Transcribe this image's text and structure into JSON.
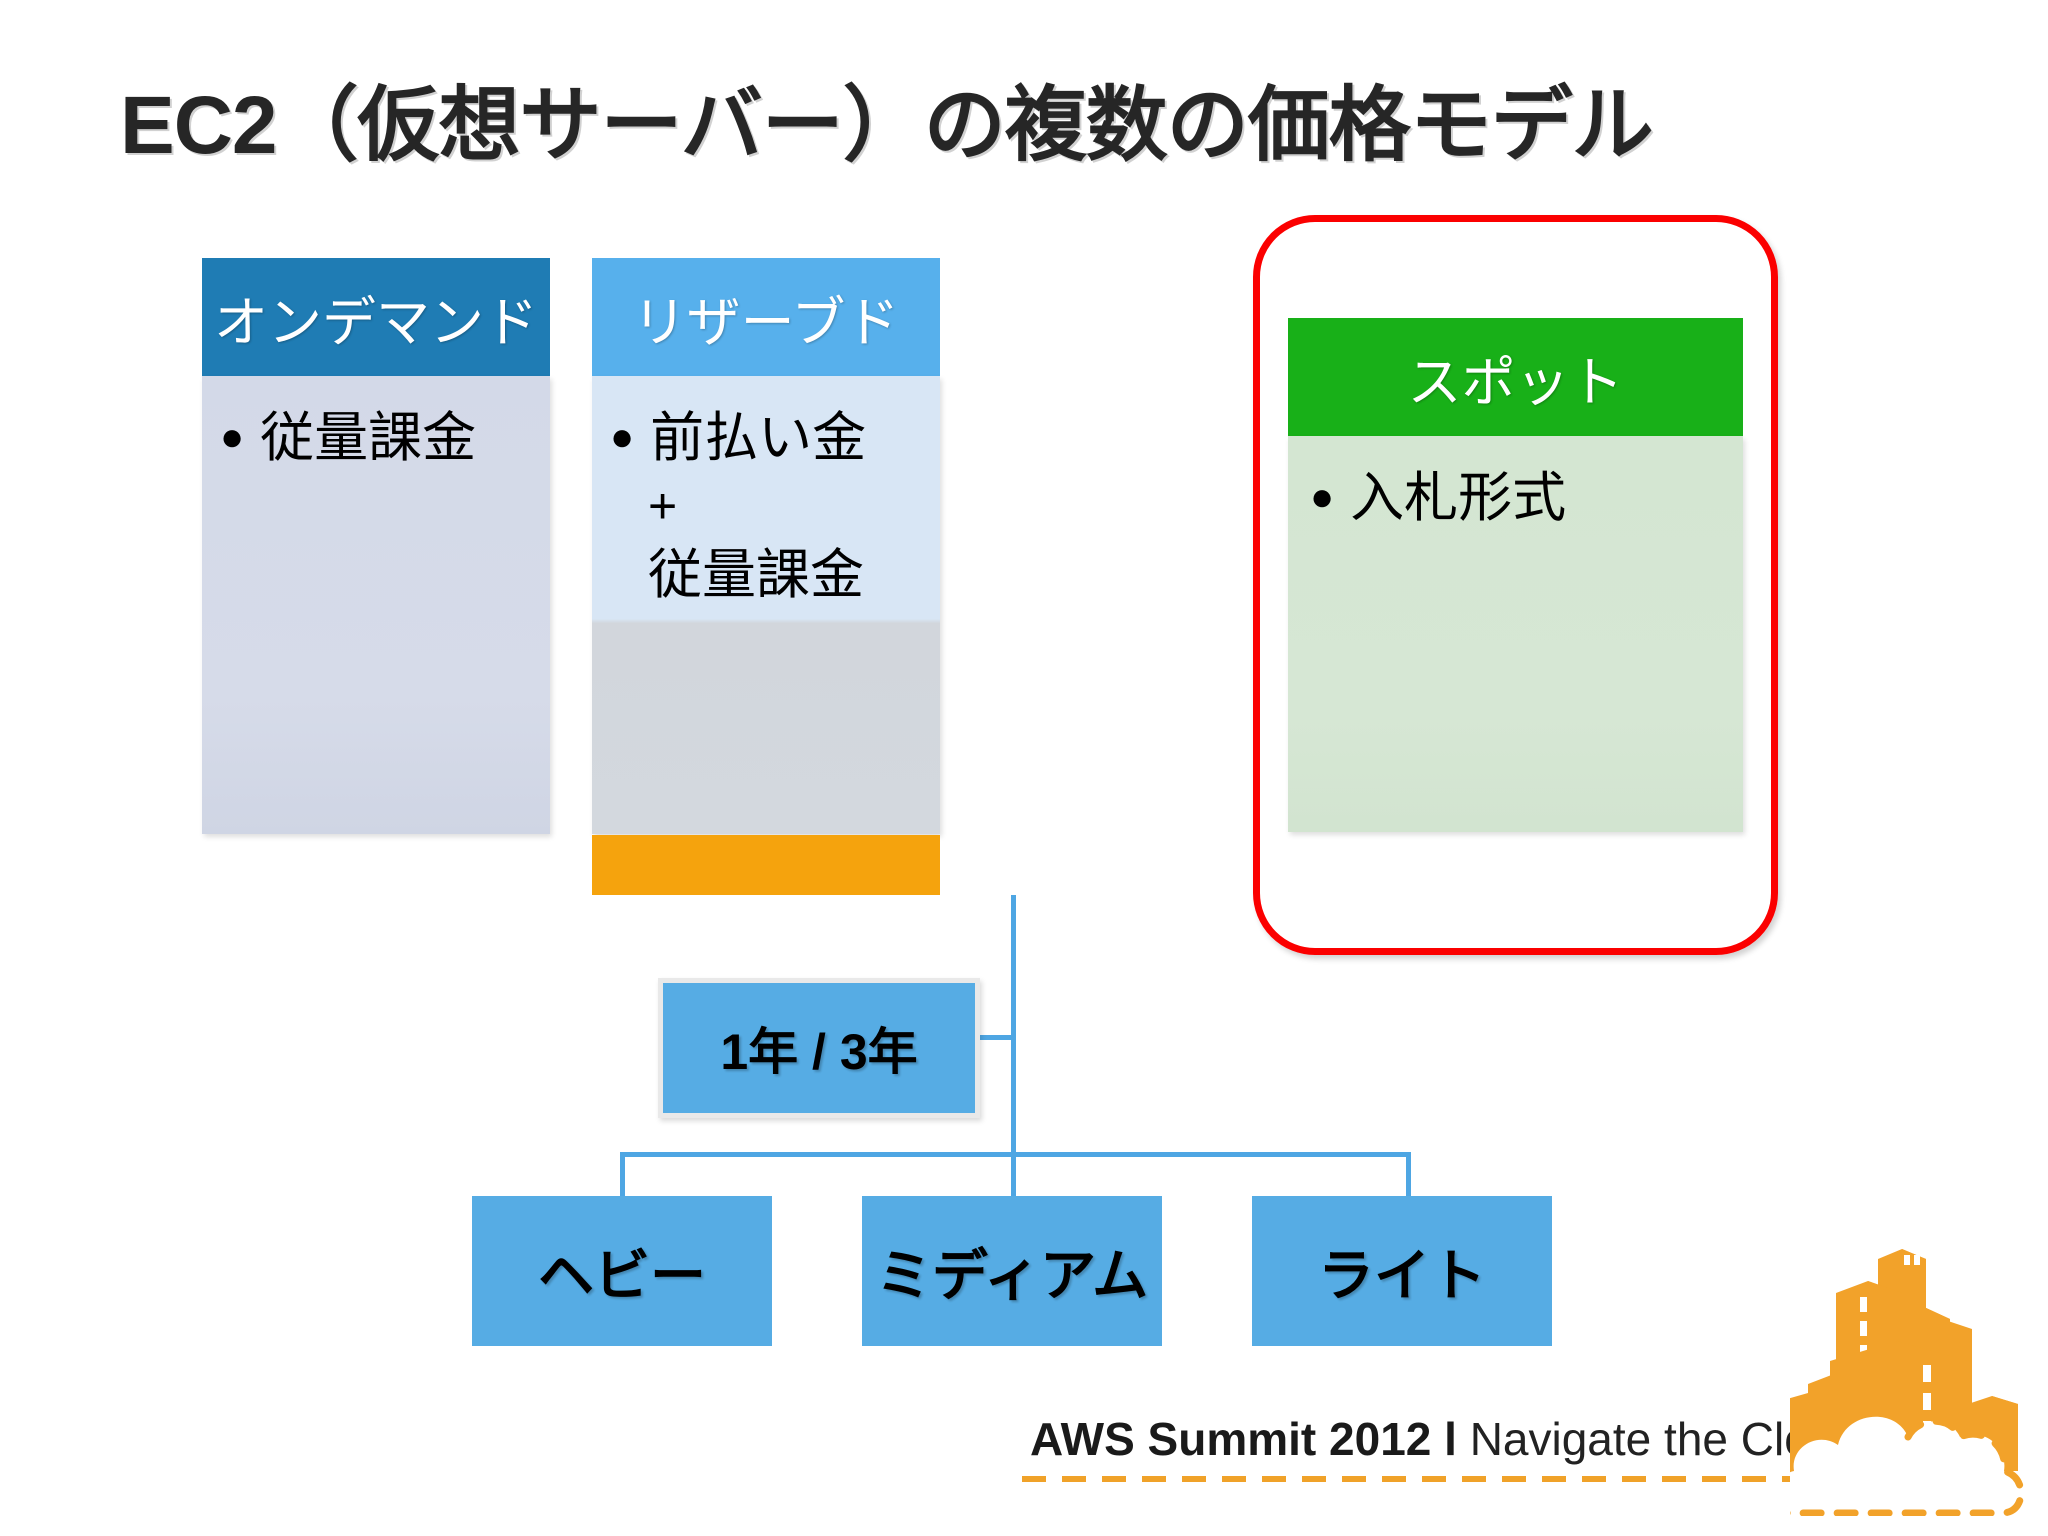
{
  "slide": {
    "title": "EC2（仮想サーバー）の複数の価格モデル",
    "background": "#ffffff"
  },
  "colors": {
    "ondemand_header": "#1f7cb4",
    "ondemand_body": "#d3d9e8",
    "reserved_header": "#57b0ec",
    "reserved_body": "#d8e6f5",
    "reserved_body_lower": "#d2d6dc",
    "spot_header": "#18b018",
    "spot_body": "#d4e6d2",
    "orange_bar": "#f5a30d",
    "highlight_outline": "#fb0000",
    "connector_blue": "#4ea6e3",
    "blue_box": "#56ace4",
    "brand_orange": "#f0a229"
  },
  "pricing_models": [
    {
      "id": "ondemand",
      "header": "オンデマンド",
      "bullet": "従量課金",
      "extra_lines": []
    },
    {
      "id": "reserved",
      "header": "リザーブド",
      "bullet": "前払い金",
      "extra_lines": [
        "+",
        "従量課金"
      ]
    },
    {
      "id": "spot",
      "header": "スポット",
      "bullet": "入札形式",
      "extra_lines": []
    }
  ],
  "tree": {
    "term_box": "1年 / 3年",
    "utilization_boxes": [
      "ヘビー",
      "ミディアム",
      "ライト"
    ]
  },
  "footer": {
    "event": "AWS Summit 2012",
    "separator": "l",
    "tagline": "Navigate the Cloud"
  }
}
